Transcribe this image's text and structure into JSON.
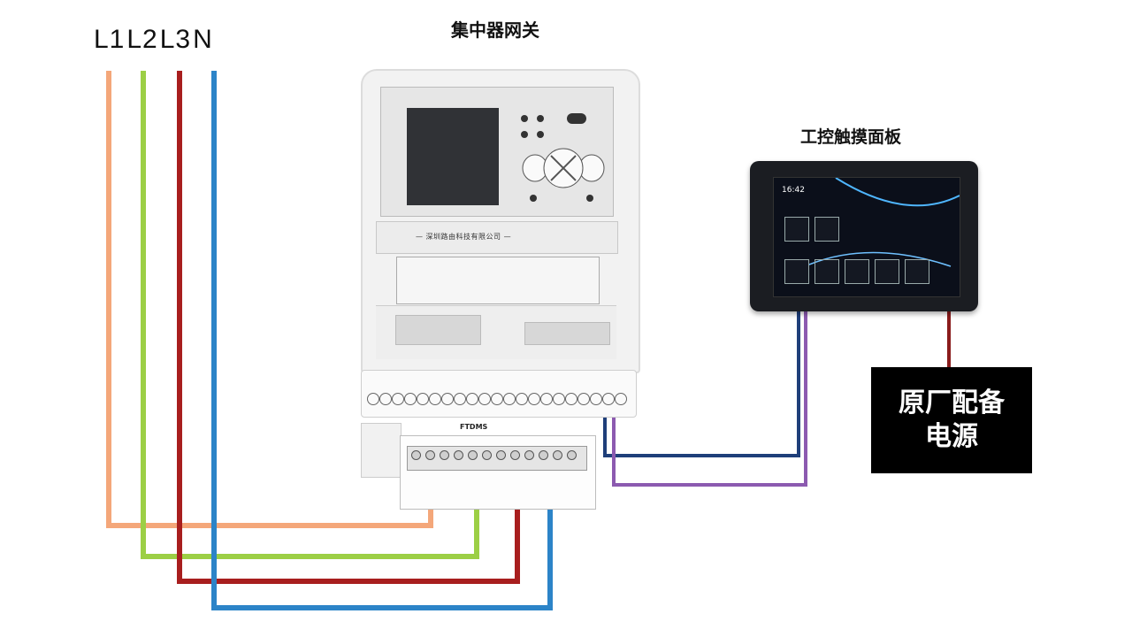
{
  "phase_labels": [
    "L1",
    "L2",
    "L3",
    "N"
  ],
  "gateway": {
    "title": "集中器网关",
    "company": "— 深圳路由科技有限公司 —"
  },
  "panel": {
    "title": "工控触摸面板",
    "clock": "16:42"
  },
  "power": {
    "line1": "原厂配备",
    "line2": "电源"
  },
  "terminal_label": "FTDMS",
  "colors": {
    "L1": "#f4a77a",
    "L2": "#9ccf45",
    "L3": "#a81e1e",
    "N": "#2c84c8",
    "rs485_a": "#1f3f7a",
    "rs485_b": "#8c5ab0",
    "power_wire": "#8a1c1c"
  }
}
